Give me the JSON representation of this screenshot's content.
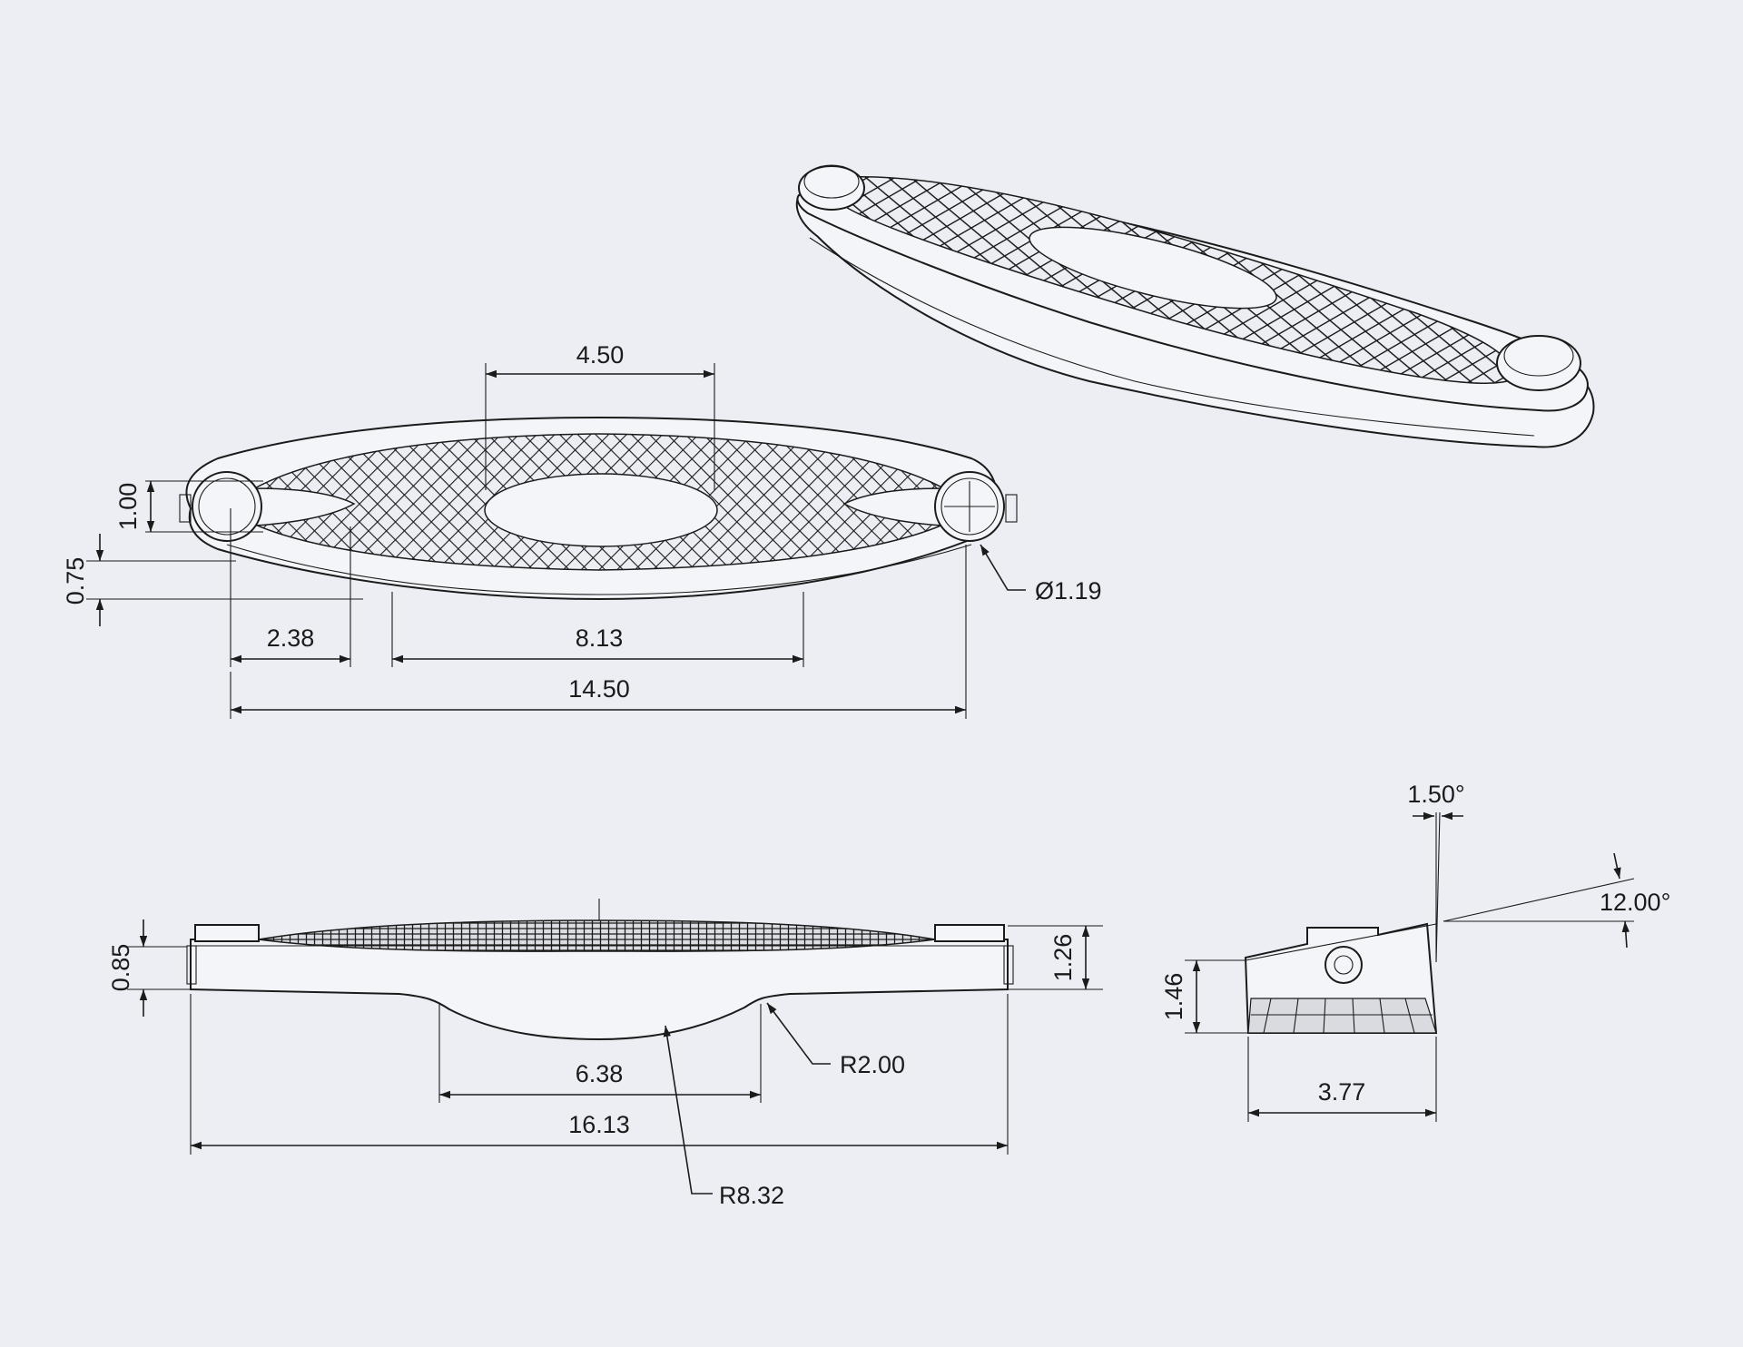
{
  "colors": {
    "paper": "#eceef4",
    "ink": "#1b1b1b",
    "part_fill": "#f4f5f8",
    "mesh_fill": "#d9dbe0"
  },
  "top_view": {
    "dim_center_opening": "4.50",
    "dim_end_height": "1.00",
    "dim_offset": "0.75",
    "dim_hole_diameter": "Ø1.19",
    "dim_end_to_mesh": "2.38",
    "dim_bottom_curve": "8.13",
    "dim_hole_spacing": "14.50"
  },
  "front_view": {
    "dim_end_thickness": "0.85",
    "dim_total_height": "1.26",
    "dim_curve_width": "6.38",
    "dim_small_radius": "R2.00",
    "dim_overall_length": "16.13",
    "dim_large_radius": "R8.32"
  },
  "side_view": {
    "dim_draft_angle": "1.50°",
    "dim_slope_angle": "12.00°",
    "dim_height": "1.46",
    "dim_width": "3.77"
  }
}
